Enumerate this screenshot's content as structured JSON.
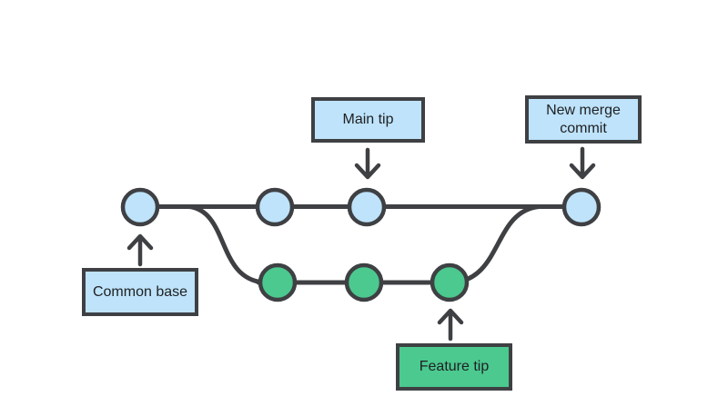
{
  "diagram": {
    "type": "git-branch-merge-graph",
    "background": "#ffffff",
    "stroke_color": "#3e4043",
    "text_color": "#202124",
    "labels": {
      "main_tip": "Main tip",
      "new_merge_commit": "New merge commit",
      "common_base": "Common base",
      "feature_tip": "Feature tip"
    },
    "annotations": [
      {
        "text": "Main tip",
        "box_fill": "#bee3fa",
        "arrow_direction": "down",
        "points_to": "third main-branch commit"
      },
      {
        "text": "New merge commit",
        "box_fill": "#bee3fa",
        "arrow_direction": "down",
        "points_to": "last main-branch commit"
      },
      {
        "text": "Common base",
        "box_fill": "#bee3fa",
        "arrow_direction": "up",
        "points_to": "first main-branch commit"
      },
      {
        "text": "Feature tip",
        "box_fill": "#4bc98f",
        "arrow_direction": "up",
        "points_to": "last feature-branch commit"
      }
    ],
    "branches": {
      "main": {
        "commit_count": 4,
        "fill": "#bee3fa"
      },
      "feature": {
        "commit_count": 3,
        "fill": "#4bc98f"
      }
    }
  }
}
